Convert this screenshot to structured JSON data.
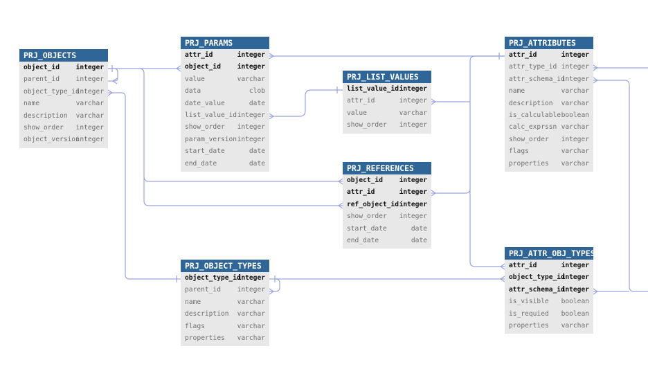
{
  "tables": [
    {
      "id": "objects",
      "name": "PRJ_OBJECTS",
      "columns": [
        {
          "name": "object_id",
          "type": "integer",
          "key": true
        },
        {
          "name": "parent_id",
          "type": "integer",
          "key": false
        },
        {
          "name": "object_type_id",
          "type": "integer",
          "key": false
        },
        {
          "name": "name",
          "type": "varchar",
          "key": false
        },
        {
          "name": "description",
          "type": "varchar",
          "key": false
        },
        {
          "name": "show_order",
          "type": "integer",
          "key": false
        },
        {
          "name": "object_version",
          "type": "integer",
          "key": false
        }
      ]
    },
    {
      "id": "params",
      "name": "PRJ_PARAMS",
      "columns": [
        {
          "name": "attr_id",
          "type": "integer",
          "key": true
        },
        {
          "name": "object_id",
          "type": "integer",
          "key": true
        },
        {
          "name": "value",
          "type": "varchar",
          "key": false
        },
        {
          "name": "data",
          "type": "clob",
          "key": false
        },
        {
          "name": "date_value",
          "type": "date",
          "key": false
        },
        {
          "name": "list_value_id",
          "type": "integer",
          "key": false
        },
        {
          "name": "show_order",
          "type": "integer",
          "key": false
        },
        {
          "name": "param_version",
          "type": "integer",
          "key": false
        },
        {
          "name": "start_date",
          "type": "date",
          "key": false
        },
        {
          "name": "end_date",
          "type": "date",
          "key": false
        }
      ]
    },
    {
      "id": "list_values",
      "name": "PRJ_LIST_VALUES",
      "columns": [
        {
          "name": "list_value_id",
          "type": "integer",
          "key": true
        },
        {
          "name": "attr_id",
          "type": "integer",
          "key": false
        },
        {
          "name": "value",
          "type": "varchar",
          "key": false
        },
        {
          "name": "show_order",
          "type": "integer",
          "key": false
        }
      ]
    },
    {
      "id": "references",
      "name": "PRJ_REFERENCES",
      "columns": [
        {
          "name": "object_id",
          "type": "integer",
          "key": true
        },
        {
          "name": "attr_id",
          "type": "integer",
          "key": true
        },
        {
          "name": "ref_object_id",
          "type": "integer",
          "key": true
        },
        {
          "name": "show_order",
          "type": "integer",
          "key": false
        },
        {
          "name": "start_date",
          "type": "date",
          "key": false
        },
        {
          "name": "end_date",
          "type": "date",
          "key": false
        }
      ]
    },
    {
      "id": "object_types",
      "name": "PRJ_OBJECT_TYPES",
      "columns": [
        {
          "name": "object_type_id",
          "type": "integer",
          "key": true
        },
        {
          "name": "parent_id",
          "type": "integer",
          "key": false
        },
        {
          "name": "name",
          "type": "varchar",
          "key": false
        },
        {
          "name": "description",
          "type": "varchar",
          "key": false
        },
        {
          "name": "flags",
          "type": "varchar",
          "key": false
        },
        {
          "name": "properties",
          "type": "varchar",
          "key": false
        }
      ]
    },
    {
      "id": "attributes",
      "name": "PRJ_ATTRIBUTES",
      "columns": [
        {
          "name": "attr_id",
          "type": "integer",
          "key": true
        },
        {
          "name": "attr_type_id",
          "type": "integer",
          "key": false
        },
        {
          "name": "attr_schema_id",
          "type": "integer",
          "key": false
        },
        {
          "name": "name",
          "type": "varchar",
          "key": false
        },
        {
          "name": "description",
          "type": "varchar",
          "key": false
        },
        {
          "name": "is_calculable",
          "type": "boolean",
          "key": false
        },
        {
          "name": "calc_exprssn",
          "type": "varchar",
          "key": false
        },
        {
          "name": "show_order",
          "type": "integer",
          "key": false
        },
        {
          "name": "flags",
          "type": "varchar",
          "key": false
        },
        {
          "name": "properties",
          "type": "varchar",
          "key": false
        }
      ]
    },
    {
      "id": "attr_obj_types",
      "name": "PRJ_ATTR_OBJ_TYPES",
      "columns": [
        {
          "name": "attr_id",
          "type": "integer",
          "key": true
        },
        {
          "name": "object_type_id",
          "type": "integer",
          "key": true
        },
        {
          "name": "attr_schema_id",
          "type": "integer",
          "key": true
        },
        {
          "name": "is_visible",
          "type": "boolean",
          "key": false
        },
        {
          "name": "is_requied",
          "type": "boolean",
          "key": false
        },
        {
          "name": "properties",
          "type": "varchar",
          "key": false
        }
      ]
    }
  ],
  "colors": {
    "header": "#2f6597",
    "body": "#e8e8e8",
    "key_text": "#111111",
    "column_text": "#6f6f6f",
    "link": "#9aa3e0"
  }
}
